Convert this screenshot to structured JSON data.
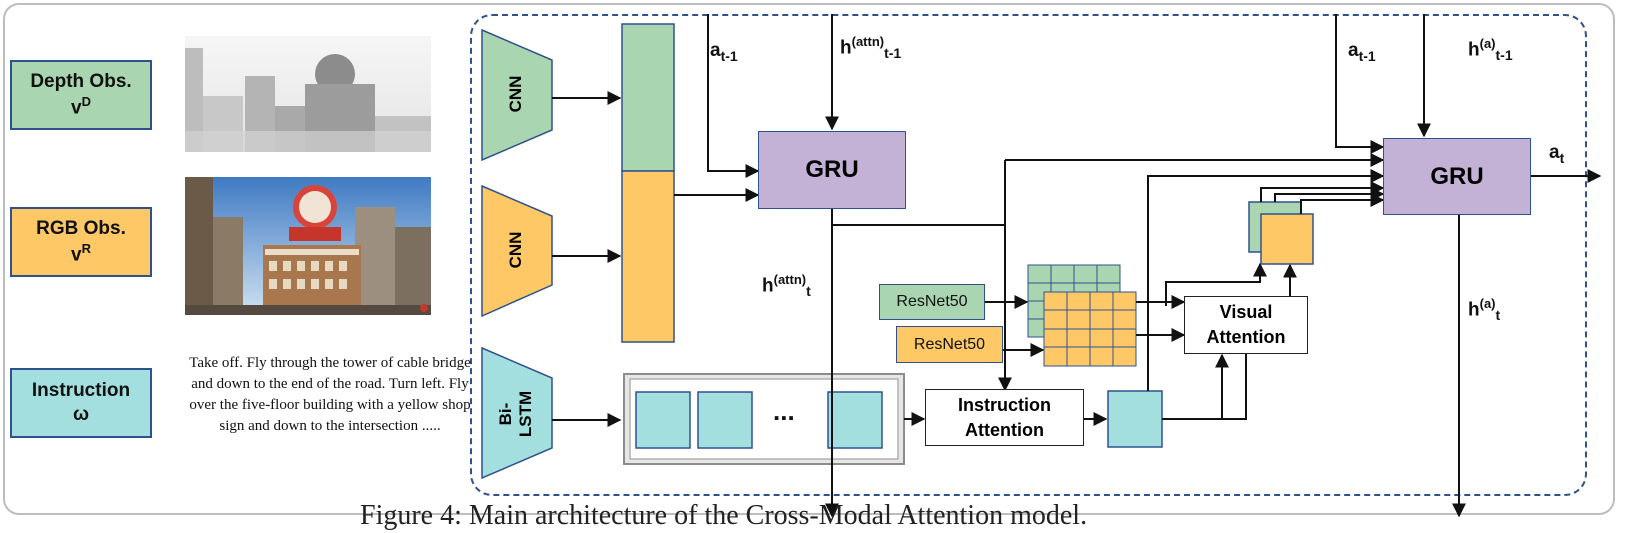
{
  "inputs": {
    "depth": {
      "line1": "Depth Obs.",
      "sym": "v",
      "sup": "D"
    },
    "rgb": {
      "line1": "RGB Obs.",
      "sym": "v",
      "sup": "R"
    },
    "instruction": {
      "line1": "Instruction",
      "sym": "ω"
    }
  },
  "instruction_text": "Take off. Fly through the tower of cable bridge and down to the end of the road. Turn left. Fly over the five-floor building with a yellow shop sign and down to the intersection .....",
  "encoders": {
    "cnn_depth": "CNN",
    "cnn_rgb": "CNN",
    "bilstm_line1": "Bi-",
    "bilstm_line2": "LSTM"
  },
  "labels": {
    "a_prev": {
      "base": "a",
      "sub": "t-1"
    },
    "h_attn_prev": {
      "base": "h",
      "sup": "(attn)",
      "sub": "t-1"
    },
    "h_attn_t": {
      "base": "h",
      "sup": "(attn)",
      "sub": "t"
    },
    "a_prev_right": {
      "base": "a",
      "sub": "t-1"
    },
    "h_a_prev": {
      "base": "h",
      "sup": "(a)",
      "sub": "t-1"
    },
    "a_t": {
      "base": "a",
      "sub": "t"
    },
    "h_a_t": {
      "base": "h",
      "sup": "(a)",
      "sub": "t"
    }
  },
  "modules": {
    "gru_left": "GRU",
    "gru_right": "GRU",
    "resnet_depth": "ResNet50",
    "resnet_rgb": "ResNet50",
    "instruction_attention_1": "Instruction",
    "instruction_attention_2": "Attention",
    "visual_attention_1": "Visual",
    "visual_attention_2": "Attention",
    "ellipsis": "..."
  },
  "figure_caption": "Figure 4: Main architecture of the Cross-Modal Attention model.",
  "colors": {
    "depth": "#a9d5b1",
    "rgb": "#fdc865",
    "instruction": "#a4dfdf",
    "gru": "#c3b2d6",
    "border": "#2f528f"
  }
}
